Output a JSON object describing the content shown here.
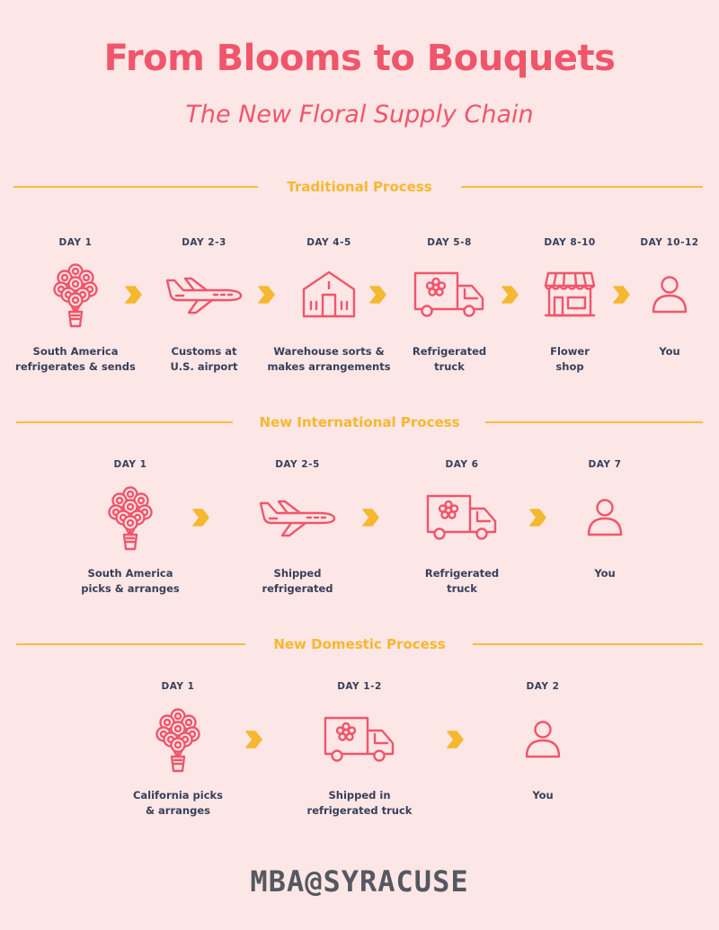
{
  "header": {
    "title": "From Blooms to Bouquets",
    "subtitle": "The New Floral Supply Chain"
  },
  "colors": {
    "background": "#fde6e6",
    "accent_red": "#f0566b",
    "accent_yellow": "#f5b82e",
    "text_dark": "#37405a"
  },
  "sections": [
    {
      "title": "Traditional Process",
      "steps": [
        {
          "day": "DAY 1",
          "icon": "bouquet-icon",
          "line1": "South America",
          "line2": "refrigerates & sends"
        },
        {
          "day": "DAY 2-3",
          "icon": "airplane-icon",
          "line1": "Customs at",
          "line2": "U.S. airport"
        },
        {
          "day": "DAY 4-5",
          "icon": "warehouse-icon",
          "line1": "Warehouse sorts &",
          "line2": "makes arrangements"
        },
        {
          "day": "DAY 5-8",
          "icon": "truck-icon",
          "line1": "Refrigerated",
          "line2": "truck"
        },
        {
          "day": "DAY 8-10",
          "icon": "shop-icon",
          "line1": "Flower",
          "line2": "shop"
        },
        {
          "day": "DAY 10-12",
          "icon": "person-icon",
          "line1": "You",
          "line2": ""
        }
      ]
    },
    {
      "title": "New International Process",
      "steps": [
        {
          "day": "DAY 1",
          "icon": "bouquet-icon",
          "line1": "South America",
          "line2": "picks & arranges"
        },
        {
          "day": "DAY 2-5",
          "icon": "airplane-icon",
          "line1": "Shipped",
          "line2": "refrigerated"
        },
        {
          "day": "DAY 6",
          "icon": "truck-icon",
          "line1": "Refrigerated",
          "line2": "truck"
        },
        {
          "day": "DAY 7",
          "icon": "person-icon",
          "line1": "You",
          "line2": ""
        }
      ]
    },
    {
      "title": "New Domestic Process",
      "steps": [
        {
          "day": "DAY 1",
          "icon": "bouquet-icon",
          "line1": "California picks",
          "line2": "& arranges"
        },
        {
          "day": "DAY 1-2",
          "icon": "truck-icon",
          "line1": "Shipped in",
          "line2": "refrigerated truck"
        },
        {
          "day": "DAY 2",
          "icon": "person-icon",
          "line1": "You",
          "line2": ""
        }
      ]
    }
  ],
  "footer": {
    "brand": "MBA@SYRACUSE"
  }
}
